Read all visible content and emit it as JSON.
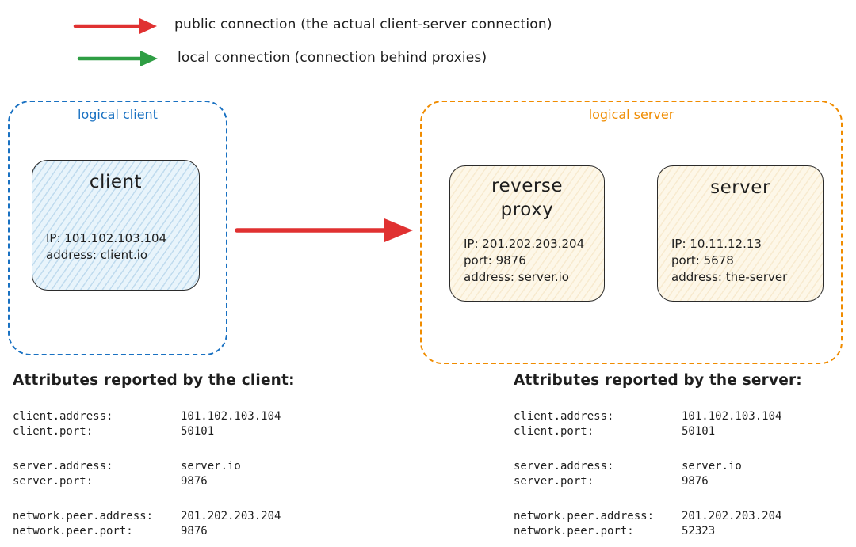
{
  "colors": {
    "public_connection": "#e03131",
    "local_connection": "#2f9e44",
    "logical_client_border": "#1971c2",
    "logical_server_border": "#f08c00",
    "node_stroke": "#2b2b2b",
    "client_node_fill": "#e8f4fb",
    "server_node_fill": "#fdf7e8"
  },
  "legend": {
    "public": {
      "label": "public connection (the actual client-server connection)",
      "color": "#e03131"
    },
    "local": {
      "label": "local connection (connection behind proxies)",
      "color": "#2f9e44"
    }
  },
  "diagram": {
    "logical_client": {
      "label": "logical client",
      "client_node": {
        "title": "client",
        "lines": [
          "IP: 101.102.103.104",
          "address: client.io"
        ]
      }
    },
    "logical_server": {
      "label": "logical server",
      "reverse_proxy_node": {
        "title": "reverse proxy",
        "lines": [
          "IP: 201.202.203.204",
          "port: 9876",
          "address: server.io"
        ]
      },
      "server_node": {
        "title": "server",
        "lines": [
          "IP: 10.11.12.13",
          "port: 5678",
          "address: the-server"
        ]
      }
    },
    "main_arrow_color": "#e03131"
  },
  "client_attributes": {
    "heading": "Attributes reported by the client:",
    "rows": [
      {
        "key": "client.address:",
        "value": "101.102.103.104"
      },
      {
        "key": "client.port:",
        "value": "50101"
      },
      {
        "key": "server.address:",
        "value": "server.io"
      },
      {
        "key": "server.port:",
        "value": "9876"
      },
      {
        "key": "network.peer.address:",
        "value": "201.202.203.204"
      },
      {
        "key": "network.peer.port:",
        "value": "9876"
      }
    ]
  },
  "server_attributes": {
    "heading": "Attributes reported by the server:",
    "rows": [
      {
        "key": "client.address:",
        "value": "101.102.103.104"
      },
      {
        "key": "client.port:",
        "value": "50101"
      },
      {
        "key": "server.address:",
        "value": "server.io"
      },
      {
        "key": "server.port:",
        "value": "9876"
      },
      {
        "key": "network.peer.address:",
        "value": "201.202.203.204"
      },
      {
        "key": "network.peer.port:",
        "value": "52323"
      }
    ]
  }
}
